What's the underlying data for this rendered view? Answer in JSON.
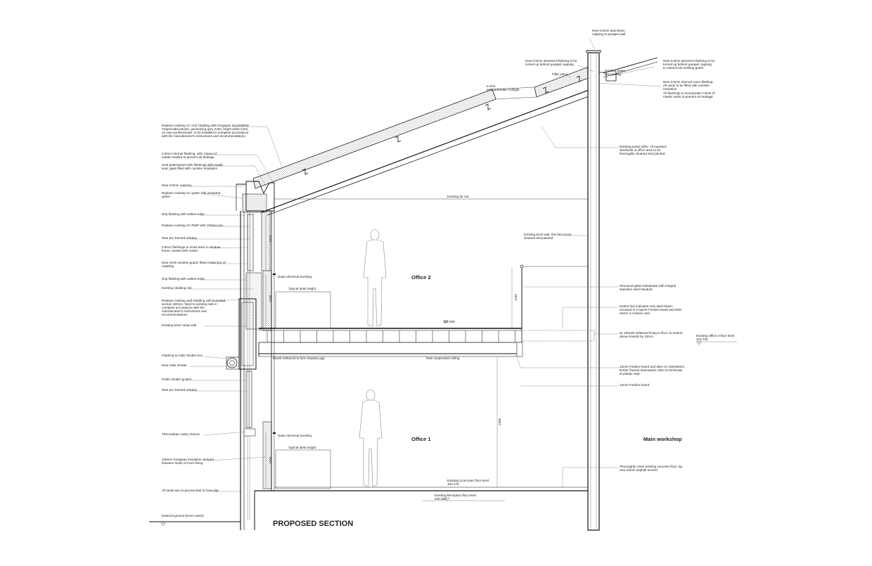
{
  "title": "PROPOSED SECTION",
  "rooms": {
    "office2": "Office 2",
    "office1": "Office 1",
    "workshop": "Main workshop"
  },
  "annotations_left": [
    "Replace existing AC roof cladding with Kingspan KS1000RW",
    "Trapezoidal panels, goosewing grey outer, bright white inner,",
    "on new purlins/cleats, to be installed in complete accordance",
    "with the manufacturer's instructions and recommendations.",
    "0.9mm internal flashing, with 2 lines of",
    "mastic sealant to prevent air leakage",
    "Seal gutter/panel with flashings with mastic",
    "seal, gaps filled with canister insulation",
    "New 0.9mm capping",
    "Replace existing AC gutter with insulated",
    "gutter",
    "Drip flashing with welted edge",
    "Replace existing AC RWP with 150mm pvc",
    "New pvc framed window",
    "0.9mm flashings to close back to window",
    "frame, sealed with mastic",
    "New mesh window guard, fitted inside line of",
    "cladding",
    "Drip flashing with welted edge",
    "Existing cladding rail",
    "Replace existing wall cladding with Euroclad",
    "section 38/914, fixed to existing rails in",
    "complete accordance with the",
    "manufacturer's instructions and",
    "recommendations",
    "Existing brick cavity wall",
    "Flashing to roller shutter box",
    "New roller shutter",
    "Roller shutter guides",
    "New pvc framed window",
    "Thermabate cavity closure",
    "100mm Kingspan insulation wedged",
    "between studs of inner lining",
    "All studs sat on ground slab to have dpc",
    "External ground (level varies)"
  ],
  "annotations_right": [
    "New 0.9mm aluminium",
    "capping to parapet wall",
    "New 0.9mm abutment flashing to be",
    "turned up behind parapet capping",
    "Filler piece",
    "Existing gutter",
    "and roofing",
    "New 0.9mm abutment flashing to be",
    "turned up behind parapet capping;",
    "to extend into existing gutter",
    "New 0.9mm internal cover flashing.",
    "All voids to be filled with canister",
    "insulation.",
    "All flashings to incorporate 2 lines of",
    "mastic seals to prevent air leakage",
    "Existing portal rafter.  All exposed",
    "steelwork in office area to be",
    "thoroughly cleaned and painted.",
    "Existing brick wall, this face to be",
    "cleaned and painted",
    "Structural glass balustrade with integral",
    "stainless steel handrail",
    "Dotted line indicates new steel beam;",
    "encased in 2 layers Fireline board and skim",
    "where it crosses void",
    "6x 150x25 softwood lining to floor, to extend",
    "above boards by 10mm",
    "Existing Office 3 floor level",
    "102.730",
    "13mm Fireline board and skim on 100x50mm",
    "timber framed downstand; skim to terminate",
    "at plaster stop",
    "13mm Fireline board",
    "Thoroughly clean existing concrete floor, lay",
    "new 22mm asphalt screed"
  ],
  "annotations_inner": {
    "rooflight_1": "In-line",
    "rooflight_2": "polycarbonate rooflight",
    "tie_rod": "Existing tie rod",
    "dado_upper": "Dado electrical trunking",
    "dado_lower": "Dado electrical trunking",
    "desk_upper": "Typical desk height",
    "desk_lower": "Typical desk height",
    "shadow_gap": "50x25 softwood to form shadow gap",
    "ceiling": "New suspended ceiling",
    "level_upper": "103.009",
    "floor_level_1": "Existing (concrete) floor level",
    "floor_level_2": "100.175",
    "reception_1": "Existing Reception floor level",
    "reception_2": "100.360"
  },
  "dimensions": {
    "window_upper": "1013",
    "dado_upper": "1000",
    "balustrade": "1100",
    "storey": "2400",
    "dado_lower": "1000"
  }
}
